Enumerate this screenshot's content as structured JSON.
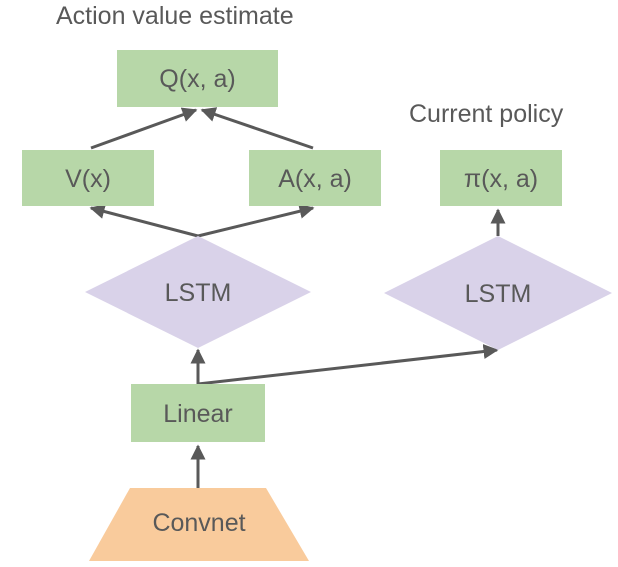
{
  "captions": {
    "action_value": "Action value estimate",
    "current_policy": "Current policy"
  },
  "nodes": {
    "q": "Q(x, a)",
    "v": "V(x)",
    "a": "A(x, a)",
    "pi": "π(x, a)",
    "lstm_left": "LSTM",
    "lstm_right": "LSTM",
    "linear": "Linear",
    "convnet": "Convnet"
  },
  "colors": {
    "box_fill": "#b7d7a8",
    "lstm_fill": "#d9d2e9",
    "convnet_fill": "#f9cb9c",
    "arrow": "#595959",
    "text": "#595959"
  }
}
